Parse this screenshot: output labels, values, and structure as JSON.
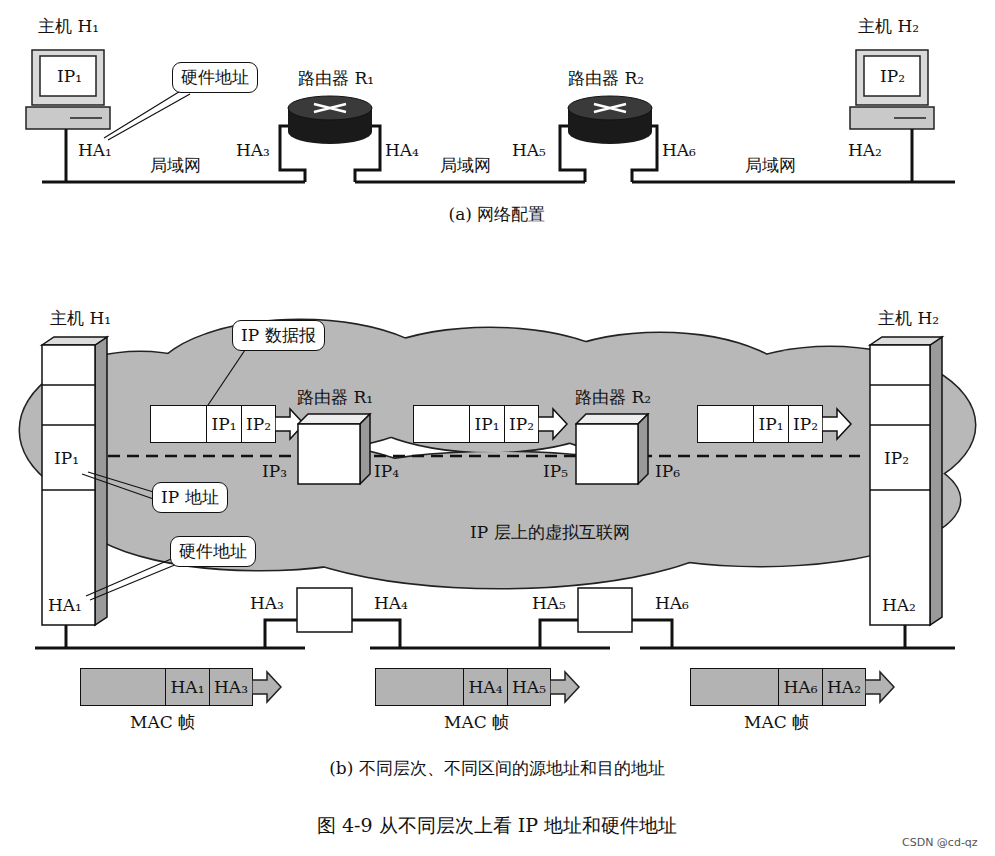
{
  "diagram": {
    "caption": "图 4-9 从不同层次上看 IP 地址和硬件地址",
    "nodes": [
      {
        "text": [
          "硬件地址"
        ]
      },
      {
        "text": [
          "IP 数据报"
        ]
      },
      {
        "text": [
          "IP₁",
          "IP₂"
        ]
      },
      {
        "text": [
          "路由器 R₁"
        ]
      },
      {
        "text": [
          "IP₁",
          "IP₂"
        ]
      },
      {
        "text": [
          "路由器 R₂"
        ]
      },
      {
        "text": [
          "IP₁",
          "IP₂"
        ]
      },
      {
        "text": [
          "IP 地址"
        ]
      },
      {
        "text": [
          "硬件地址"
        ]
      },
      {
        "text": [
          "HA₁",
          "HA₃"
        ]
      },
      {
        "text": [
          "HA₄",
          "HA₅"
        ]
      },
      {
        "text": [
          "HA₆",
          "HA₂"
        ]
      }
    ],
    "labels": [
      "主机 H₁",
      "IP₁",
      "HA₁",
      "局域网",
      "HA₃",
      "路由器 R₁",
      "HA₄",
      "局域网",
      "HA₅",
      "路由器 R₂",
      "HA₆",
      "局域网",
      "HA₂",
      "主机 H₂",
      "IP₂",
      "(a) 网络配置",
      "主机 H₁",
      "IP₁",
      "HA₁",
      "IP₃",
      "IP₄",
      "IP₅",
      "IP₆",
      "IP 层上的虚拟互联网",
      "主机 H₂",
      "IP₂",
      "HA₂",
      "HA₃",
      "HA₄",
      "HA₅",
      "HA₆",
      "MAC 帧",
      "MAC 帧",
      "MAC 帧",
      "(b) 不同层次、不同区间的源地址和目的地址",
      "CSDN @cd-qz"
    ]
  }
}
